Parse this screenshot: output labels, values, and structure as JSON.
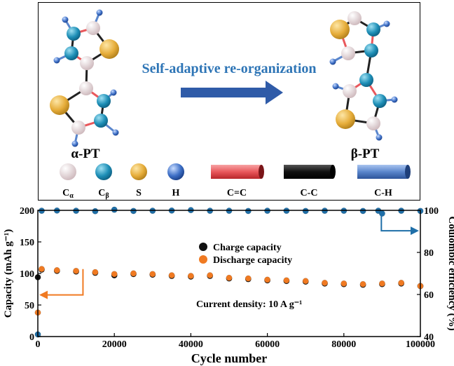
{
  "schematic": {
    "alpha_label": "α-PT",
    "beta_label": "β-PT",
    "arrow_text": "Self-adaptive re-organization",
    "legend": {
      "c_alpha": {
        "main": "C",
        "sub": "α"
      },
      "c_beta": {
        "main": "C",
        "sub": "β"
      },
      "s": "S",
      "h": "H",
      "double_bond": "C=C",
      "single_bond": "C-C",
      "ch_bond": "C-H"
    },
    "colors": {
      "c_alpha": "#f2e4e6",
      "c_beta": "#1e8fb7",
      "s": "#e6ad3a",
      "h": "#3d6fc6",
      "double_bond": "#e9585c",
      "single_bond": "#111111",
      "ch_bond": "#5a86cc",
      "arrow": "#2f5ba8",
      "arrow_text": "#2e75b6"
    }
  },
  "chart_data": {
    "type": "scatter",
    "xlabel": "Cycle number",
    "ylabel_left": "Capacity (mAh g⁻¹)",
    "ylabel_right": "Coulombic efficiency (%)",
    "xlim": [
      0,
      100000
    ],
    "ylim_left": [
      0,
      200
    ],
    "ylim_right": [
      40,
      100
    ],
    "x_ticks": [
      "0",
      "20000",
      "40000",
      "60000",
      "80000",
      "100000"
    ],
    "y_ticks_left": [
      "0",
      "50",
      "100",
      "150",
      "200"
    ],
    "y_ticks_right": [
      "40",
      "60",
      "80",
      "100"
    ],
    "annotation": "Current density: 10 A g⁻¹",
    "legend": "inside, upper-middle",
    "series": [
      {
        "name": "Charge capacity",
        "color": "#111111",
        "axis": "left",
        "x": [
          0,
          1000,
          5000,
          10000,
          15000,
          20000,
          25000,
          30000,
          35000,
          40000,
          45000,
          50000,
          55000,
          60000,
          65000,
          70000,
          75000,
          80000,
          85000,
          90000,
          95000,
          100000
        ],
        "y": [
          94,
          106,
          104,
          103,
          101,
          97,
          99,
          98,
          96,
          95,
          96,
          92,
          91,
          89,
          88,
          87,
          84,
          83,
          82,
          83,
          84,
          80
        ]
      },
      {
        "name": "Discharge capacity",
        "color": "#f07a22",
        "axis": "left",
        "x": [
          0,
          1000,
          5000,
          10000,
          15000,
          20000,
          25000,
          30000,
          35000,
          40000,
          45000,
          50000,
          55000,
          60000,
          65000,
          70000,
          75000,
          80000,
          85000,
          90000,
          95000,
          100000
        ],
        "y": [
          38,
          107,
          105,
          104,
          102,
          99,
          100,
          99,
          97,
          96,
          97,
          93,
          92,
          90,
          89,
          88,
          85,
          84,
          83,
          84,
          85,
          80
        ]
      },
      {
        "name": "Coulombic efficiency",
        "color": "#1f6fa8",
        "axis": "right",
        "x": [
          0,
          1000,
          5000,
          10000,
          15000,
          20000,
          25000,
          30000,
          35000,
          40000,
          45000,
          50000,
          55000,
          60000,
          65000,
          70000,
          75000,
          80000,
          85000,
          89000,
          90000,
          95000,
          100000
        ],
        "y": [
          41,
          99.8,
          99.9,
          99.8,
          99.6,
          100.3,
          99.7,
          99.8,
          99.9,
          100.1,
          99.8,
          99.8,
          99.7,
          99.8,
          99.8,
          99.7,
          99.8,
          99.8,
          99.7,
          99.8,
          98.5,
          99.8,
          99.7
        ]
      }
    ],
    "arrows": [
      {
        "points_to": "left axis",
        "color": "#f07a22"
      },
      {
        "points_to": "right axis",
        "color": "#1f6fa8"
      }
    ]
  }
}
